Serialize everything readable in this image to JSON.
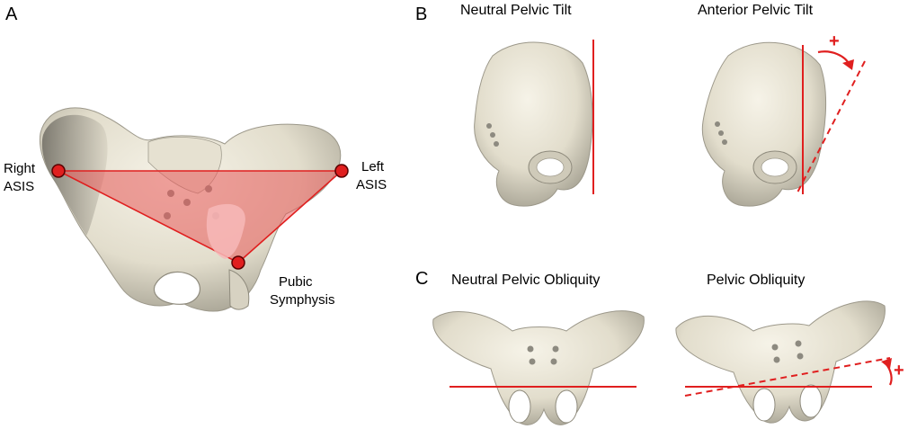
{
  "panels": {
    "a": {
      "letter": "A",
      "labels": {
        "right_asis_1": "Right",
        "right_asis_2": "ASIS",
        "left_asis_1": "Left",
        "left_asis_2": "ASIS",
        "pubic_1": "Pubic",
        "pubic_2": "Symphysis"
      }
    },
    "b": {
      "letter": "B",
      "titles": {
        "neutral": "Neutral Pelvic Tilt",
        "anterior": "Anterior Pelvic Tilt"
      },
      "sign": "+"
    },
    "c": {
      "letter": "C",
      "titles": {
        "neutral": "Neutral Pelvic Obliquity",
        "obliquity": "Pelvic Obliquity"
      },
      "sign": "+"
    }
  },
  "colors": {
    "accent": "#e01f1f",
    "bone": "#ece8da",
    "bone_shadow": "#a9a596",
    "plane": "#e85a5a"
  }
}
